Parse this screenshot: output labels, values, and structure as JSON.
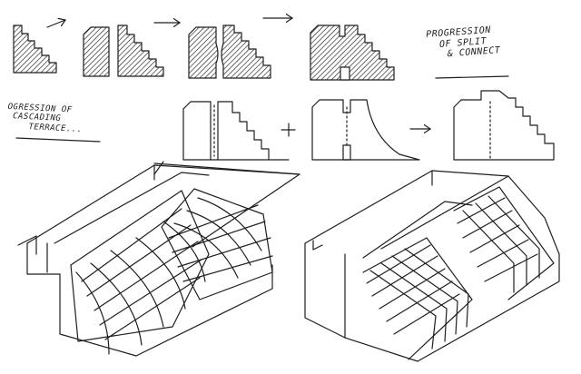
{
  "notes": {
    "progression_title": [
      "PROGRESSION",
      "OF SPLIT",
      "& CONNECT"
    ],
    "cascading_title": [
      "OGRESSION OF",
      "CASCADING",
      "TERRACE..."
    ]
  },
  "plus_sign": "+",
  "colors": {
    "ink": "#1e1e1e",
    "paper": "#ffffff"
  }
}
